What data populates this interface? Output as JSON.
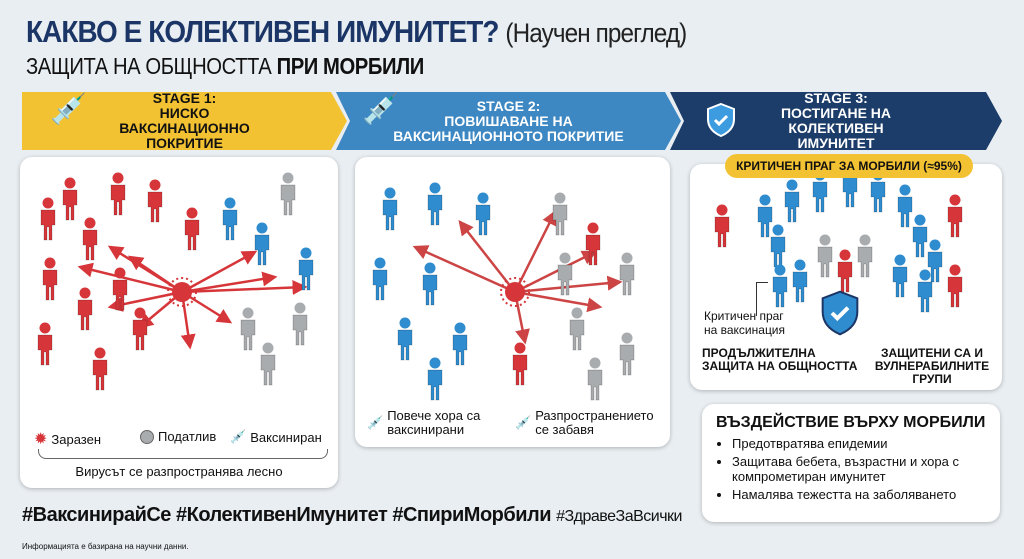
{
  "header": {
    "title": "КАКВО Е КОЛЕКТИВЕН ИМУНИТЕТ?",
    "title_note": "(Научен преглед)",
    "subtitle": "ЗАЩИТА НА ОБЩНОСТТА",
    "subtitle_bold": "ПРИ МОРБИЛИ"
  },
  "stages": [
    {
      "label": "STAGE 1:",
      "text": "НИСКО ВАКСИНАЦИОННО ПОКРИТИЕ",
      "icon": "syringe-icon"
    },
    {
      "label": "STAGE 2:",
      "text": "ПОВИШАВАНЕ НА ВАКСИНАЦИОННОТО ПОКРИТИЕ",
      "icon": "syringe-icon"
    },
    {
      "label": "STAGE 3:",
      "text": "ПОСТИГАНЕ НА КОЛЕКТИВЕН ИМУНИТЕТ",
      "icon": "shield-check-icon"
    }
  ],
  "panel1": {
    "legend": [
      "Заразен",
      "Податлив",
      "Ваксиниран"
    ],
    "caption": "Вирусът се разпространява лесно"
  },
  "panel2": {
    "notes": [
      "Повече хора са ваксинирани",
      "Разпространението се забавя"
    ]
  },
  "panel3": {
    "badge": "КРИТИЧЕН ПРАГ ЗА МОРБИЛИ (≈95%)",
    "threshold_note": "Критичен праг на ваксинация",
    "left_caption": "ПРОДЪЛЖИТЕЛНА ЗАЩИТА НА ОБЩНОСТТА",
    "right_caption": "ЗАЩИТЕНИ СА И ВУЛНЕРАБИЛНИТЕ ГРУПИ"
  },
  "impact": {
    "title": "ВЪЗДЕЙСТВИЕ ВЪРХУ МОРБИЛИ",
    "items": [
      "Предотвратява епидемии",
      "Защитава бебета, възрастни и хора с компрометиран имунитет",
      "Намалява тежестта на заболяването"
    ]
  },
  "hashtags": {
    "bold": "#ВаксинирайСе #КолективенИмунитет #СпириМорбили",
    "regular": "#ЗдравеЗаВсички"
  },
  "footnote": "Информацията е базирана на научни данни.",
  "colors": {
    "infected": "#d6363a",
    "susceptible": "#a9acaf",
    "vaccinated": "#2e8ccf",
    "navy": "#1b3566",
    "yellow": "#f3c232"
  }
}
